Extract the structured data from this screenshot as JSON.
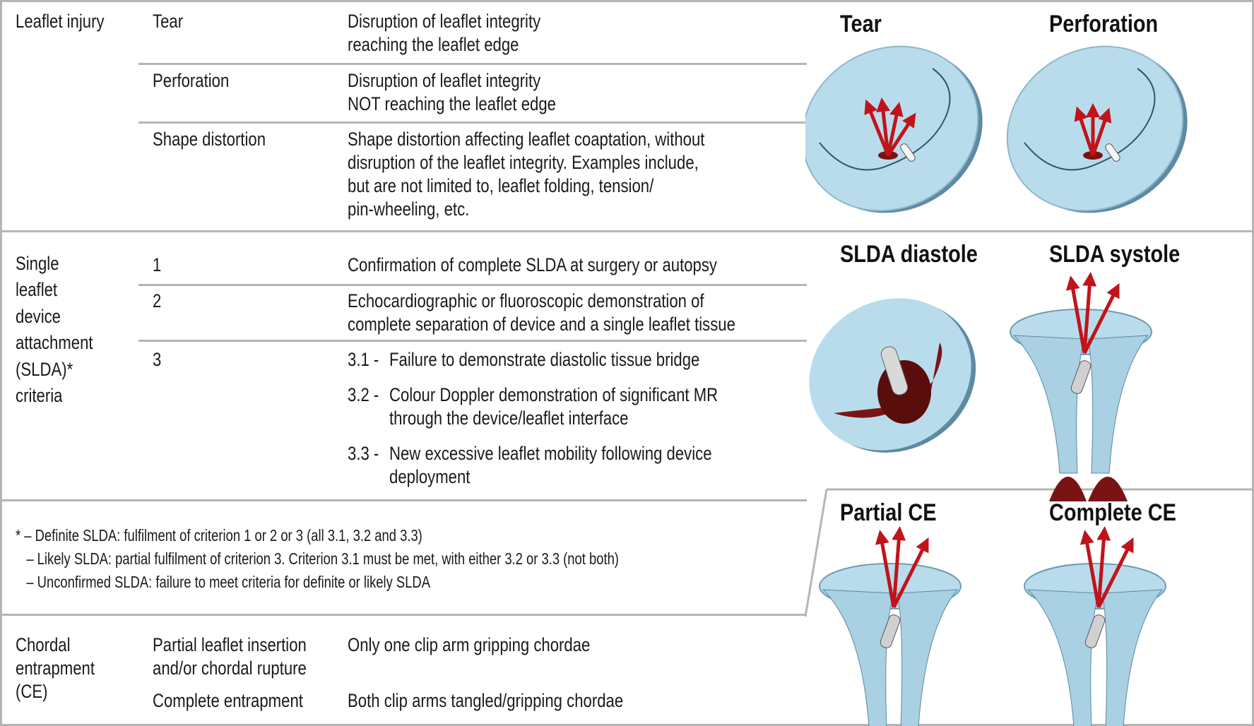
{
  "table": {
    "leaflet_injury": {
      "category": "Leaflet injury",
      "rows": [
        {
          "term": "Tear",
          "definition": [
            "Disruption of leaflet integrity",
            "reaching the leaflet edge"
          ]
        },
        {
          "term": "Perforation",
          "definition": [
            "Disruption of leaflet integrity",
            "NOT reaching the leaflet edge"
          ]
        },
        {
          "term": "Shape distortion",
          "definition": [
            "Shape distortion affecting leaflet coaptation, without",
            "disruption of the leaflet integrity. Examples include,",
            "but are not limited to, leaflet folding, tension/",
            "pin-wheeling, etc."
          ]
        }
      ]
    },
    "slda": {
      "category": [
        "Single",
        "leaflet",
        "device",
        "attachment",
        "(SLDA)*",
        "criteria"
      ],
      "rows": [
        {
          "term": "1",
          "definition": [
            "Confirmation of complete SLDA at surgery or autopsy"
          ]
        },
        {
          "term": "2",
          "definition": [
            "Echocardiographic or fluoroscopic demonstration of",
            "complete separation of device and a single leaflet tissue"
          ]
        },
        {
          "term": "3",
          "subcriteria": [
            {
              "num": "3.1 -",
              "lines": [
                "Failure to demonstrate diastolic tissue bridge"
              ]
            },
            {
              "num": "3.2 -",
              "lines": [
                "Colour Doppler demonstration of significant MR",
                "through the device/leaflet interface"
              ]
            },
            {
              "num": "3.3 -",
              "lines": [
                "New excessive leaflet mobility following device",
                "deployment"
              ]
            }
          ]
        }
      ]
    },
    "footnote": [
      "* – Definite SLDA: fulfilment of criterion 1 or 2 or 3 (all 3.1, 3.2 and 3.3)",
      "   – Likely SLDA: partial fulfilment of criterion 3. Criterion 3.1 must be met, with either 3.2 or 3.3 (not both)",
      "   – Unconfirmed SLDA: failure to meet criteria for definite or likely SLDA"
    ],
    "chordal": {
      "category": [
        "Chordal",
        "entrapment",
        "(CE)"
      ],
      "rows": [
        {
          "term": [
            "Partial leaflet insertion",
            "and/or chordal rupture"
          ],
          "definition": [
            "Only one clip arm gripping chordae"
          ]
        },
        {
          "term": [
            "Complete entrapment"
          ],
          "definition": [
            "Both clip arms tangled/gripping chordae"
          ]
        }
      ]
    }
  },
  "illustrations": [
    {
      "label": "Tear",
      "kind": "valve-top",
      "arrows": 4
    },
    {
      "label": "Perforation",
      "kind": "valve-top",
      "arrows": 3
    },
    {
      "label": "SLDA diastole",
      "kind": "valve-diastole"
    },
    {
      "label": "SLDA systole",
      "kind": "valve-side"
    },
    {
      "label": "Partial CE",
      "kind": "valve-side"
    },
    {
      "label": "Complete CE",
      "kind": "valve-side"
    }
  ],
  "colors": {
    "border": "#b5b5b5",
    "valve_fill": "#b9dcec",
    "valve_edge": "#5e8aa3",
    "arrow_red": "#c0141a",
    "muscle": "#7a1414"
  }
}
